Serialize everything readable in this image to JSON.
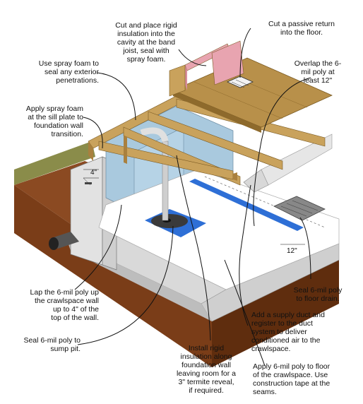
{
  "callouts": {
    "band_joist_insulation": "Cut and place rigid\ninsulation into the\ncavity at the band\njoist, seal with\nspray foam.",
    "passive_return": "Cut a passive return\ninto the floor.",
    "spray_foam_exterior": "Use spray foam to\nseal any exterior\npenetrations.",
    "overlap_poly": "Overlap the 6-\nmil poly at\nleast 12\"",
    "sill_plate_foam": "Apply spray foam\nat the sill plate to\nfoundation wall\ntransition.",
    "lap_poly_wall": "Lap the 6-mil poly up\nthe crawlspace wall\nup to 4\" of the\ntop of the wall.",
    "seal_floor_drain": "Seal 6-mil poly\nto floor drain.",
    "supply_duct": "Add a supply duct and\nregister to the duct\nsystem to deliver\nconditioned air to the\ncrawlspace.",
    "seal_sump": "Seal 6-mil poly to\nsump pit.",
    "rigid_insulation_wall": "Install rigid\ninsulation along\nfoundation wall\nleaving room for a\n3\" termite reveal,\nif required.",
    "floor_poly_tape": "Apply 6-mil poly to floor\nof the crawlspace. Use\nconstruction tape at the\nseams."
  },
  "dimensions": {
    "wall_reveal": "4\"",
    "overlap": "12\""
  },
  "colors": {
    "grass": "#8a8c4a",
    "soil": "#8b4a22",
    "soil_dark": "#6e3512",
    "concrete": "#d9d9d9",
    "poly": "#ffffff",
    "foam_blue": "#a9c9de",
    "wood": "#c9a25c",
    "wood_dark": "#a9803e",
    "subfloor": "#b8904a",
    "tape_blue": "#2e6fd6",
    "duct": "#d8d8d8",
    "pink_insulation": "#e8a4b0"
  }
}
